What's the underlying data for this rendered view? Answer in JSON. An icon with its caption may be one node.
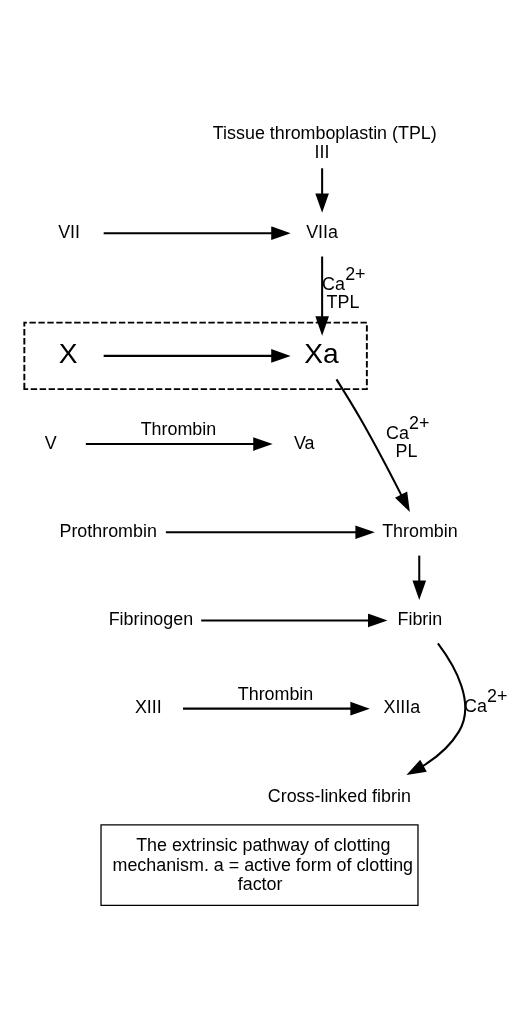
{
  "diagram": {
    "caption": "The extrinsic pathway of clotting mechanism. a = active form of clotting factor",
    "nodes": [
      {
        "text": [
          "Tissue thromboplastin (TPL)",
          "III"
        ]
      },
      {
        "text": [
          "VII"
        ]
      },
      {
        "text": [
          "VIIa"
        ]
      },
      {
        "text": [],
        "shape": "box"
      },
      {
        "text": [
          "X"
        ],
        "in": 3
      },
      {
        "text": [
          "Xa"
        ],
        "in": 3
      },
      {
        "text": [
          "V"
        ]
      },
      {
        "text": [
          "Va"
        ]
      },
      {
        "text": [
          "Prothrombin"
        ]
      },
      {
        "text": [
          "Thrombin"
        ]
      },
      {
        "text": [
          "Fibrinogen"
        ]
      },
      {
        "text": [
          "Fibrin"
        ]
      },
      {
        "text": [
          "XIII"
        ]
      },
      {
        "text": [
          "XIIIa"
        ]
      },
      {
        "text": [
          "Cross-linked fibrin"
        ]
      }
    ],
    "edges": [
      {
        "from": 0,
        "to": 2,
        "arrow": "to"
      },
      {
        "from": 1,
        "to": 2,
        "arrow": "to"
      },
      {
        "from": 2,
        "to": 5,
        "arrow": "to",
        "label": "Ca$^{2+}$ TPL"
      },
      {
        "from": 4,
        "to": 5,
        "arrow": "to"
      },
      {
        "from": 6,
        "to": 7,
        "arrow": "to",
        "label": "Thrombin"
      },
      {
        "from": 5,
        "to": 9,
        "arrow": "to",
        "label": "Ca$^{2+}$ PL"
      },
      {
        "from": 8,
        "to": 9,
        "arrow": "to"
      },
      {
        "from": 9,
        "to": 11,
        "arrow": "to"
      },
      {
        "from": 10,
        "to": 11,
        "arrow": "to"
      },
      {
        "from": 12,
        "to": 13,
        "arrow": "to",
        "label": "Thrombin"
      },
      {
        "from": 11,
        "to": 14,
        "arrow": "to",
        "label": "Ca$^{2+}$"
      }
    ]
  }
}
